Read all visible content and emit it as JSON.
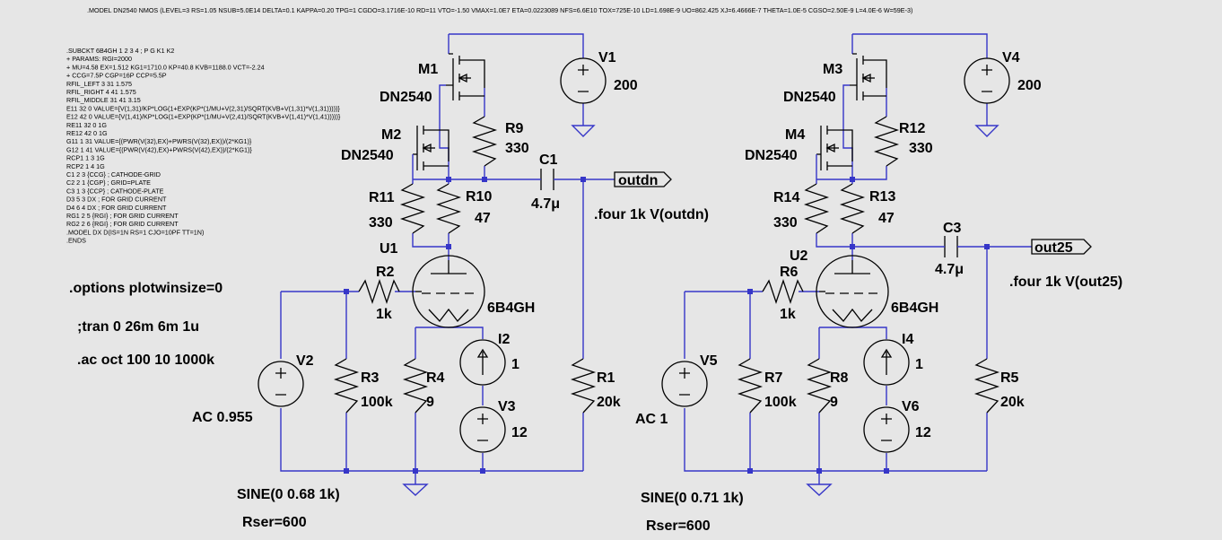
{
  "model_line": ".MODEL DN2540 NMOS (LEVEL=3 RS=1.05 NSUB=5.0E14 DELTA=0.1 KAPPA=0.20 TPG=1 CGDO=3.1716E-10 RD=11 VTO=-1.50 VMAX=1.0E7 ETA=0.0223089 NFS=6.6E10 TOX=725E-10 LD=1.698E-9 UO=862.425 XJ=6.4666E-7 THETA=1.0E-5 CGSO=2.50E-9 L=4.0E-6 W=59E-3)",
  "subckt_lines": [
    ".SUBCKT 6B4GH 1 2 3 4 ; P G K1 K2",
    "+ PARAMS: RGI=2000",
    "+ MU=4.58 EX=1.512 KG1=1710.0 KP=40.8 KVB=1188.0 VCT=-2.24",
    "+ CCG=7.5P CGP=16P CCP=5.5P",
    "RFIL_LEFT 3 31 1.575",
    "RFIL_RIGHT 4 41 1.575",
    "RFIL_MIDDLE 31 41 3.15",
    "E11 32 0 VALUE={V(1,31)/KP*LOG(1+EXP(KP*(1/MU+V(2,31)/SQRT(KVB+V(1,31)*V(1,31)))))}",
    "E12 42 0 VALUE={V(1,41)/KP*LOG(1+EXP(KP*(1/MU+V(2,41)/SQRT(KVB+V(1,41)*V(1,41)))))}",
    "RE11 32 0 1G",
    "RE12 42 0 1G",
    "G11 1 31 VALUE={(PWR(V(32),EX)+PWRS(V(32),EX))/(2*KG1)}",
    "G12 1 41 VALUE={(PWR(V(42),EX)+PWRS(V(42),EX))/(2*KG1)}",
    "RCP1 1 3 1G",
    "RCP2 1 4 1G",
    "C1 2 3 {CCG} ; CATHODE-GRID",
    "C2 2 1 {CGP} ; GRID=PLATE",
    "C3 1 3 {CCP} ; CATHODE-PLATE",
    "D3 5 3 DX ; FOR GRID CURRENT",
    "D4 6 4 DX ; FOR GRID CURRENT",
    "RG1 2 5 {RGI} ; FOR GRID CURRENT",
    "RG2 2 6 {RGI} ; FOR GRID CURRENT",
    ".MODEL DX D(IS=1N RS=1 CJO=10PF TT=1N)",
    ".ENDS"
  ],
  "directives": {
    "options": ".options plotwinsize=0",
    "tran": ";tran 0 26m 6m 1u",
    "ac": ".ac oct 100 10 1000k",
    "four1": ".four 1k V(outdn)",
    "four2": ".four 1k V(out25)"
  },
  "labels": {
    "M1": "M1",
    "M1v": "DN2540",
    "M2": "M2",
    "M2v": "DN2540",
    "M3": "M3",
    "M3v": "DN2540",
    "M4": "M4",
    "M4v": "DN2540",
    "V1": "V1",
    "V1v": "200",
    "V4": "V4",
    "V4v": "200",
    "R9": "R9",
    "R9v": "330",
    "R12": "R12",
    "R12v": "330",
    "R11": "R11",
    "R11v": "330",
    "R10": "R10",
    "R10v": "47",
    "R14": "R14",
    "R14v": "330",
    "R13": "R13",
    "R13v": "47",
    "C1": "C1",
    "C1v": "4.7μ",
    "C3": "C3",
    "C3v": "4.7μ",
    "U1": "U1",
    "U1v": "6B4GH",
    "U2": "U2",
    "U2v": "6B4GH",
    "R2": "R2",
    "R2v": "1k",
    "R6": "R6",
    "R6v": "1k",
    "V2": "V2",
    "V2ac": "AC 0.955",
    "V2sine": "SINE(0 0.68 1k)",
    "V2rser": "Rser=600",
    "V5": "V5",
    "V5ac": "AC 1",
    "V5sine": "SINE(0 0.71 1k)",
    "V5rser": "Rser=600",
    "R3": "R3",
    "R3v": "100k",
    "R7": "R7",
    "R7v": "100k",
    "R4": "R4",
    "R4v": "9",
    "R8": "R8",
    "R8v": "9",
    "I2": "I2",
    "I2v": "1",
    "I4": "I4",
    "I4v": "1",
    "V3": "V3",
    "V3v": "12",
    "V6": "V6",
    "V6v": "12",
    "R1": "R1",
    "R1v": "20k",
    "R5": "R5",
    "R5v": "20k",
    "outdn": "outdn",
    "out25": "out25"
  },
  "colors": {
    "background": "#e6e6e6",
    "wire": "#3636c8",
    "component": "#000000"
  }
}
